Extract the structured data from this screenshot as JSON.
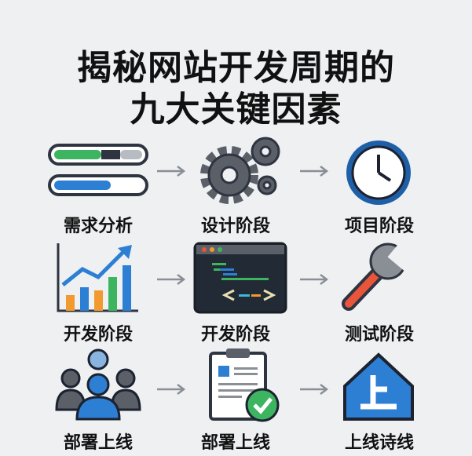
{
  "title": {
    "line1": "揭秘网站开发周期的",
    "line2": "九大关键因素"
  },
  "items": [
    {
      "label": "需求分析",
      "icon": "progress-bars-icon"
    },
    {
      "label": "设计阶段",
      "icon": "gears-icon"
    },
    {
      "label": "项目阶段",
      "icon": "clock-icon"
    },
    {
      "label": "开发阶段",
      "icon": "bar-chart-icon"
    },
    {
      "label": "开发阶段",
      "icon": "code-window-icon"
    },
    {
      "label": "测试阶段",
      "icon": "wrench-icon"
    },
    {
      "label": "部署上线",
      "icon": "team-icon"
    },
    {
      "label": "部署上线",
      "icon": "clipboard-check-icon"
    },
    {
      "label": "上线诗线",
      "icon": "home-up-icon"
    }
  ],
  "colors": {
    "blue": "#2d7fd3",
    "green": "#3db560",
    "orange": "#f29a30",
    "dark": "#2e3440",
    "gray": "#5b6068"
  }
}
